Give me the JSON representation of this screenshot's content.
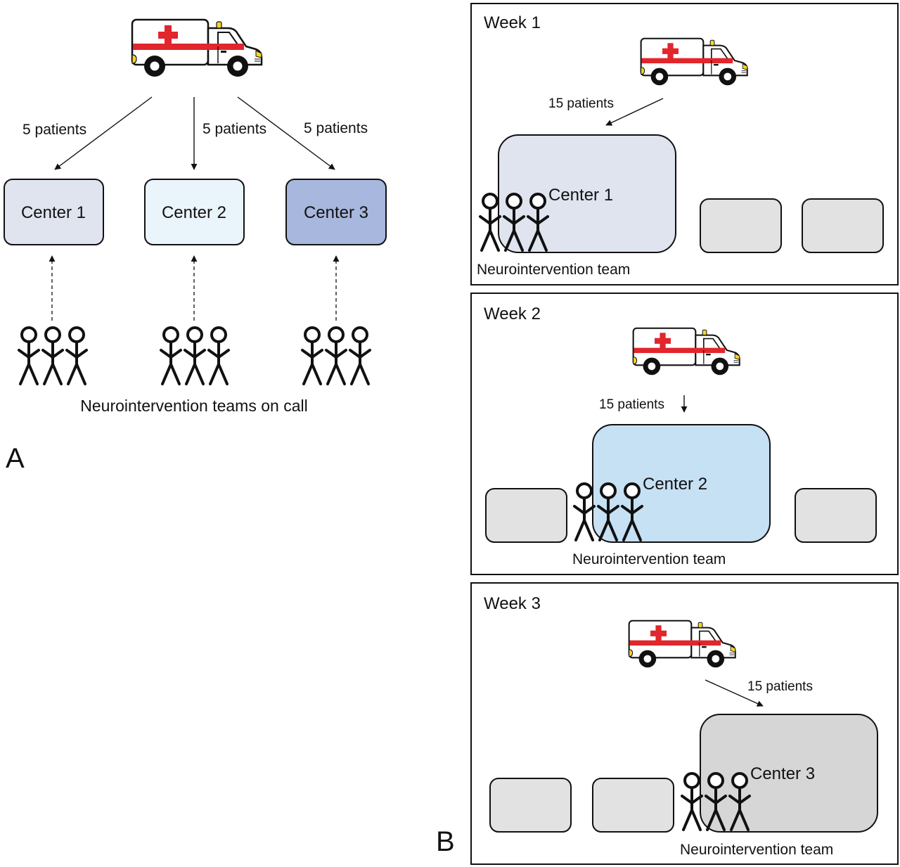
{
  "panel_a": {
    "letter": "A",
    "patients_labels": [
      "5 patients",
      "5 patients",
      "5 patients"
    ],
    "centers": [
      {
        "label": "Center 1",
        "color": "#dfe4ef"
      },
      {
        "label": "Center 2",
        "color": "#eaf4fb"
      },
      {
        "label": "Center 3",
        "color": "#a7b7de"
      }
    ],
    "teams_label": "Neurointervention teams on call"
  },
  "panel_b": {
    "letter": "B",
    "weeks": [
      {
        "title": "Week 1",
        "patients": "15 patients",
        "center": "Center 1",
        "center_color": "#dfe4ef",
        "team": "Neurointervention team"
      },
      {
        "title": "Week 2",
        "patients": "15 patients",
        "center": "Center 2",
        "center_color": "#c6e0f4",
        "team": "Neurointervention team"
      },
      {
        "title": "Week 3",
        "patients": "15 patients",
        "center": "Center 3",
        "center_color": "#d6d6d6",
        "team": "Neurointervention team"
      }
    ],
    "inactive_center_color": "#e2e2e2"
  },
  "icons": {
    "vehicle": "ambulance-icon",
    "person": "stick-figure-icon"
  }
}
